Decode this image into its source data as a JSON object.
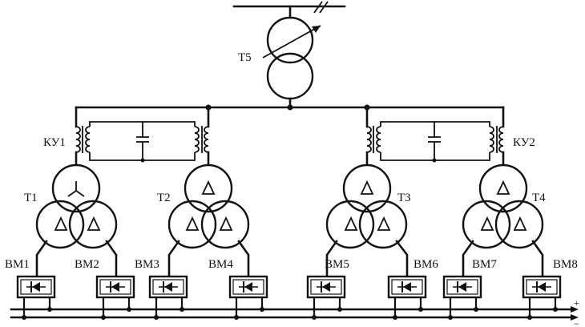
{
  "labels": {
    "t5": "T5",
    "t1": "T1",
    "t2": "T2",
    "t3": "T3",
    "t4": "T4",
    "ku1": "КУ1",
    "ku2": "КУ2",
    "vm1": "ВМ1",
    "vm2": "ВМ2",
    "vm3": "ВМ3",
    "vm4": "ВМ4",
    "vm5": "ВМ5",
    "vm6": "ВМ6",
    "vm7": "ВМ7",
    "vm8": "ВМ8",
    "plus": "+",
    "minus": "−"
  }
}
